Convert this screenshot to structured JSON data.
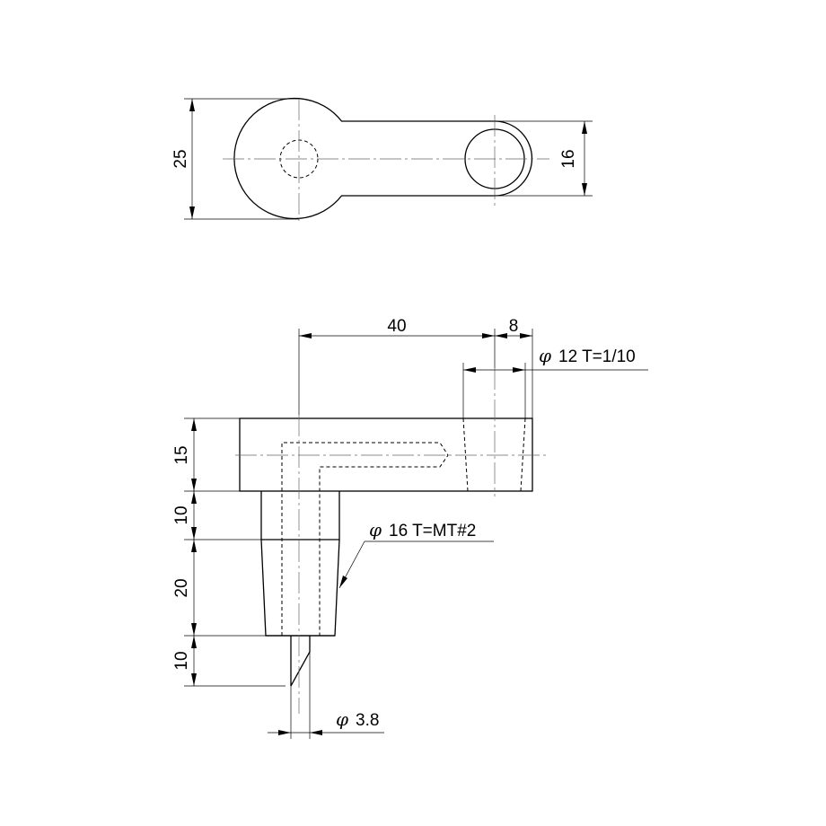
{
  "dimensions": {
    "top_width": "25",
    "top_hole": "16",
    "len_40": "40",
    "len_8": "8",
    "bore_label": "12 T=1/10",
    "h_15": "15",
    "h_10_upper": "10",
    "h_20": "20",
    "h_10_lower": "10",
    "shank_label": "16 T=MT#2",
    "tip_label": "3.8",
    "phi_symbol": "φ"
  }
}
